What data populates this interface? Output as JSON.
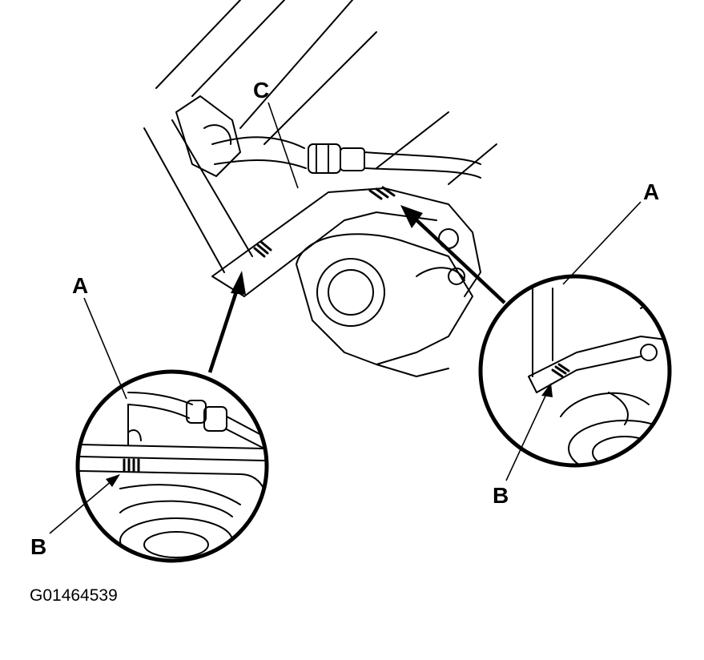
{
  "callouts": {
    "a_left": "A",
    "b_left": "B",
    "c_top": "C",
    "a_right": "A",
    "b_right": "B"
  },
  "figure_id": "G01464539",
  "colors": {
    "line": "#000000",
    "background": "#ffffff"
  }
}
